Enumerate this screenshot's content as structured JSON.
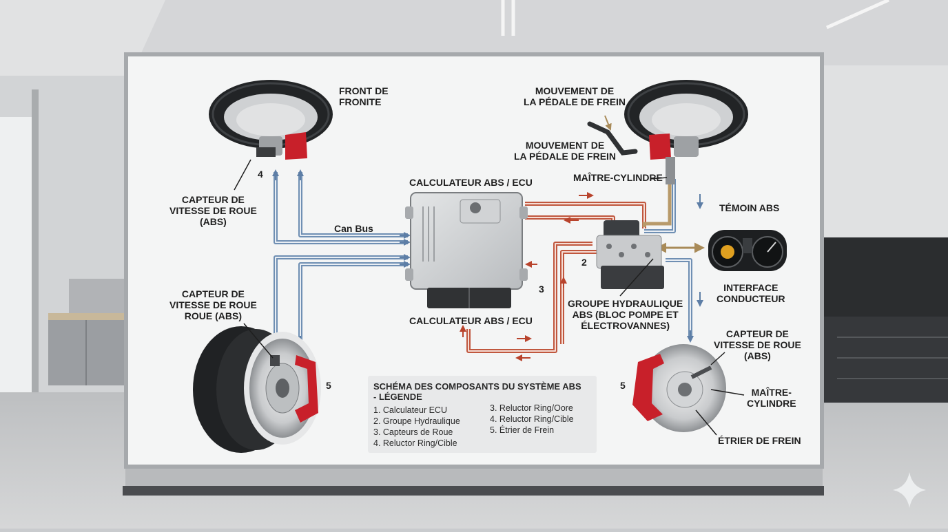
{
  "labels": {
    "front": "FRONT DE\nFRONITE",
    "pedal_top": "MOUVEMENT DE\nLA PÉDALE DE FREIN",
    "pedal_mid": "MOUVEMENT DE\nLA PÉDALE DE FREIN",
    "master_cylinder_top": "MAÎTRE-CYLINDRE",
    "ecu_top": "CALCULATEUR ABS / ECU",
    "ecu_bottom": "CALCULATEUR ABS / ECU",
    "can_bus": "Can Bus",
    "sensor_top_left": "CAPTEUR DE\nVITESSE DE ROUE\n(ABS)",
    "sensor_mid_left": "CAPTEUR DE\nVITESSE DE ROUE\nROUE (ABS)",
    "abs_warning": "TÉMOIN ABS",
    "driver_interface": "INTERFACE\nCONDUCTEUR",
    "hydraulic_group": "GROUPE HYDRAULIQUE\nABS (BLOC POMPE ET\nÉLECTROVANNES)",
    "sensor_right": "CAPTEUR DE\nVITESSE DE ROUE\n(ABS)",
    "master_cylinder_right": "MAÎTRE-\nCYLINDRE",
    "caliper": "ÉTRIER DE FREIN"
  },
  "numbers": {
    "n4": "4",
    "n2": "2",
    "n3": "3",
    "n5_left": "5",
    "n5_right": "5"
  },
  "legend": {
    "title": "SCHÉMA DES COMPOSANTS DU SYSTÈME ABS\n- LÉGENDE",
    "col1": [
      "1. Calculateur ECU",
      "2. Groupe Hydraulique",
      "3. Capteurs de Roue",
      "4. Reluctor Ring/Cible"
    ],
    "col2": [
      "3. Reluctor Ring/Oore",
      "4. Reluctor Ring/Cible",
      "5. Étrier de Frein"
    ]
  },
  "colors": {
    "signal_blue": "#6f8fb3",
    "hydraulic_red": "#c0573e",
    "caliper_red": "#c8202a",
    "link_tan": "#b89a6a",
    "board_white": "#f4f5f5",
    "dash_amber": "#e0a020"
  }
}
